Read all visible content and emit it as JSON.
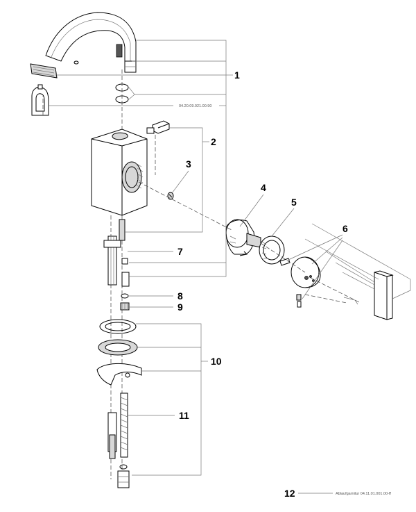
{
  "callouts": [
    {
      "id": "1",
      "label": "1"
    },
    {
      "id": "2",
      "label": "2"
    },
    {
      "id": "3",
      "label": "3"
    },
    {
      "id": "4",
      "label": "4"
    },
    {
      "id": "5",
      "label": "5"
    },
    {
      "id": "6",
      "label": "6"
    },
    {
      "id": "7",
      "label": "7"
    },
    {
      "id": "8",
      "label": "8"
    },
    {
      "id": "9",
      "label": "9"
    },
    {
      "id": "10",
      "label": "10"
    },
    {
      "id": "11",
      "label": "11"
    },
    {
      "id": "12",
      "label": "12"
    }
  ],
  "annotations": {
    "aerator_ref": "04.20.09.021.00.90",
    "drain_ref": "Ablaufgarnitur 04.11.01.001.00-ff"
  }
}
